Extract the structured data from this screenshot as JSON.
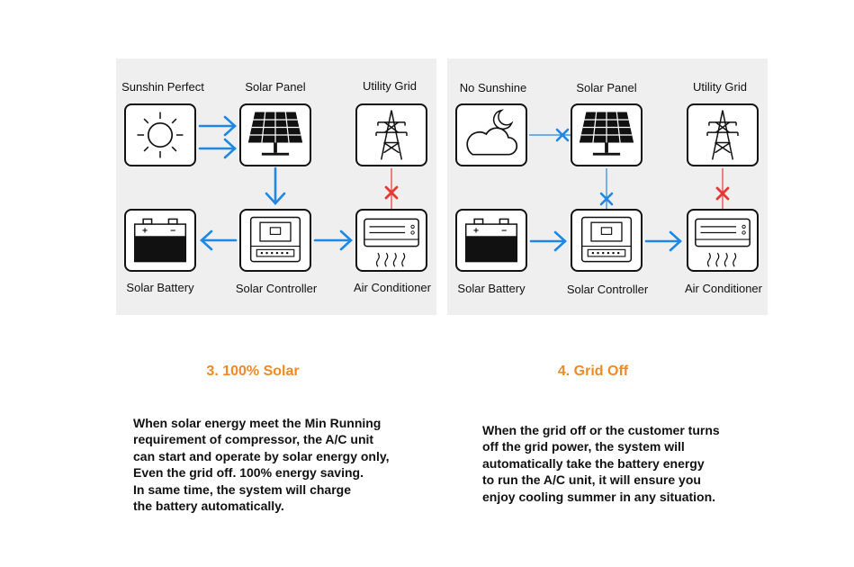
{
  "left": {
    "labels": {
      "sun": "Sunshin Perfect",
      "panel": "Solar Panel",
      "grid": "Utility Grid",
      "battery": "Solar Battery",
      "controller": "Solar Controller",
      "ac": "Air Conditioner"
    },
    "title": "3. 100% Solar",
    "desc": [
      "When solar energy meet the Min Running",
      "requirement of compressor, the A/C unit",
      "can start and operate by solar energy only,",
      "Even the grid off. 100% energy saving.",
      "In same time, the system will charge",
      "the battery automatically."
    ]
  },
  "right": {
    "labels": {
      "sun": "No Sunshine",
      "panel": "Solar Panel",
      "grid": "Utility Grid",
      "battery": "Solar Battery",
      "controller": "Solar Controller",
      "ac": "Air Conditioner"
    },
    "title": "4. Grid Off",
    "desc": [
      "When the grid off or the customer turns",
      "off the grid power, the system will",
      "automatically take the battery energy",
      "to run the A/C unit, it will ensure you",
      "enjoy cooling summer in any situation."
    ]
  },
  "colors": {
    "arrow": "#1e88e5",
    "cross": "#e53935",
    "title": "#f08a24",
    "panel_bg": "#efefef"
  }
}
